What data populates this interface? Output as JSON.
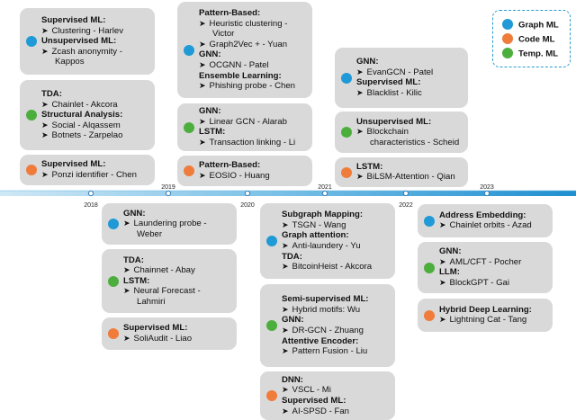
{
  "colors": {
    "graph_ml": "#1f9ad6",
    "code_ml": "#ef7c3a",
    "temp_ml": "#4cae3c",
    "timeline": "#2a9bd1"
  },
  "legend": {
    "graph": "Graph ML",
    "code": "Code ML",
    "temp": "Temp. ML"
  },
  "years": [
    "2018",
    "2019",
    "2020",
    "2021",
    "2022",
    "2023"
  ],
  "boxes": [
    {
      "id": "b1",
      "cat": "graph",
      "lines": [
        {
          "t": "Supervised ML:",
          "k": "h"
        },
        {
          "t": "Clustering - Harlev",
          "k": "it"
        },
        {
          "t": "Unsupervised ML:",
          "k": "h"
        },
        {
          "t": "Zcash anonymity -",
          "k": "it"
        },
        {
          "t": "Kappos",
          "k": "ind"
        }
      ]
    },
    {
      "id": "b2",
      "cat": "temp",
      "lines": [
        {
          "t": "TDA:",
          "k": "h"
        },
        {
          "t": "Chainlet - Akcora",
          "k": "it"
        },
        {
          "t": "Structural Analysis:",
          "k": "h"
        },
        {
          "t": "Social - Alqassem",
          "k": "it"
        },
        {
          "t": "Botnets - Zarpelao",
          "k": "it"
        }
      ]
    },
    {
      "id": "b3",
      "cat": "code",
      "lines": [
        {
          "t": "Supervised ML:",
          "k": "h"
        },
        {
          "t": "Ponzi identifier - Chen",
          "k": "it"
        }
      ]
    },
    {
      "id": "b4",
      "cat": "graph",
      "lines": [
        {
          "t": "Pattern-Based:",
          "k": "h"
        },
        {
          "t": "Heuristic clustering -",
          "k": "it"
        },
        {
          "t": "Victor",
          "k": "ind"
        },
        {
          "t": "Graph2Vec + - Yuan",
          "k": "it"
        },
        {
          "t": "GNN:",
          "k": "h"
        },
        {
          "t": "OCGNN - Patel",
          "k": "it"
        },
        {
          "t": "Ensemble Learning:",
          "k": "h"
        },
        {
          "t": "Phishing probe - Chen",
          "k": "it"
        }
      ]
    },
    {
      "id": "b5",
      "cat": "temp",
      "lines": [
        {
          "t": "GNN:",
          "k": "h"
        },
        {
          "t": "Linear GCN - Alarab",
          "k": "it"
        },
        {
          "t": "LSTM:",
          "k": "h"
        },
        {
          "t": "Transaction linking - Li",
          "k": "it"
        }
      ]
    },
    {
      "id": "b6",
      "cat": "code",
      "lines": [
        {
          "t": "Pattern-Based:",
          "k": "h"
        },
        {
          "t": "EOSIO - Huang",
          "k": "it"
        }
      ]
    },
    {
      "id": "b7",
      "cat": "graph",
      "lines": [
        {
          "t": "GNN:",
          "k": "h"
        },
        {
          "t": "EvanGCN - Patel",
          "k": "it"
        },
        {
          "t": "Supervised ML:",
          "k": "h"
        },
        {
          "t": "Blacklist - Kilic",
          "k": "it"
        }
      ]
    },
    {
      "id": "b8",
      "cat": "temp",
      "lines": [
        {
          "t": "Unsupervised ML:",
          "k": "h"
        },
        {
          "t": "Blockchain",
          "k": "it"
        },
        {
          "t": "characteristics - Scheid",
          "k": "ind"
        }
      ]
    },
    {
      "id": "b9",
      "cat": "code",
      "lines": [
        {
          "t": "LSTM:",
          "k": "h"
        },
        {
          "t": "BiLSM-Attention - Qian",
          "k": "it"
        }
      ]
    },
    {
      "id": "b10",
      "cat": "graph",
      "lines": [
        {
          "t": "GNN:",
          "k": "h"
        },
        {
          "t": "Laundering probe -",
          "k": "it"
        },
        {
          "t": "Weber",
          "k": "ind"
        }
      ]
    },
    {
      "id": "b11",
      "cat": "temp",
      "lines": [
        {
          "t": "TDA:",
          "k": "h"
        },
        {
          "t": "Chainnet - Abay",
          "k": "it"
        },
        {
          "t": "LSTM:",
          "k": "h"
        },
        {
          "t": "Neural Forecast -",
          "k": "it"
        },
        {
          "t": "Lahmiri",
          "k": "ind"
        }
      ]
    },
    {
      "id": "b12",
      "cat": "code",
      "lines": [
        {
          "t": "Supervised ML:",
          "k": "h"
        },
        {
          "t": "SoliAudit - Liao",
          "k": "it"
        }
      ]
    },
    {
      "id": "b13",
      "cat": "graph",
      "lines": [
        {
          "t": "Subgraph Mapping:",
          "k": "h"
        },
        {
          "t": "TSGN - Wang",
          "k": "it"
        },
        {
          "t": "Graph attention:",
          "k": "h"
        },
        {
          "t": "Anti-laundery - Yu",
          "k": "it"
        },
        {
          "t": "TDA:",
          "k": "h"
        },
        {
          "t": "BitcoinHeist - Akcora",
          "k": "it"
        }
      ]
    },
    {
      "id": "b14",
      "cat": "temp",
      "lines": [
        {
          "t": "Semi-supervised ML:",
          "k": "h"
        },
        {
          "t": "Hybrid motifs: Wu",
          "k": "it"
        },
        {
          "t": "GNN:",
          "k": "h"
        },
        {
          "t": "DR-GCN - Zhuang",
          "k": "it"
        },
        {
          "t": "Attentive Encoder:",
          "k": "h"
        },
        {
          "t": "Pattern Fusion - Liu",
          "k": "it"
        }
      ]
    },
    {
      "id": "b15",
      "cat": "code",
      "lines": [
        {
          "t": "DNN:",
          "k": "h"
        },
        {
          "t": "VSCL - Mi",
          "k": "it"
        },
        {
          "t": "Supervised ML:",
          "k": "h"
        },
        {
          "t": "AI-SPSD - Fan",
          "k": "it"
        }
      ]
    },
    {
      "id": "b16",
      "cat": "graph",
      "lines": [
        {
          "t": "Address Embedding:",
          "k": "h"
        },
        {
          "t": "Chainlet orbits - Azad",
          "k": "it"
        }
      ]
    },
    {
      "id": "b17",
      "cat": "temp",
      "lines": [
        {
          "t": "GNN:",
          "k": "h"
        },
        {
          "t": "AML/CFT - Pocher",
          "k": "it"
        },
        {
          "t": "LLM:",
          "k": "h"
        },
        {
          "t": "BlockGPT - Gai",
          "k": "it"
        }
      ]
    },
    {
      "id": "b18",
      "cat": "code",
      "lines": [
        {
          "t": "Hybrid Deep Learning:",
          "k": "h"
        },
        {
          "t": "Lightning Cat - Tang",
          "k": "it"
        }
      ]
    }
  ]
}
